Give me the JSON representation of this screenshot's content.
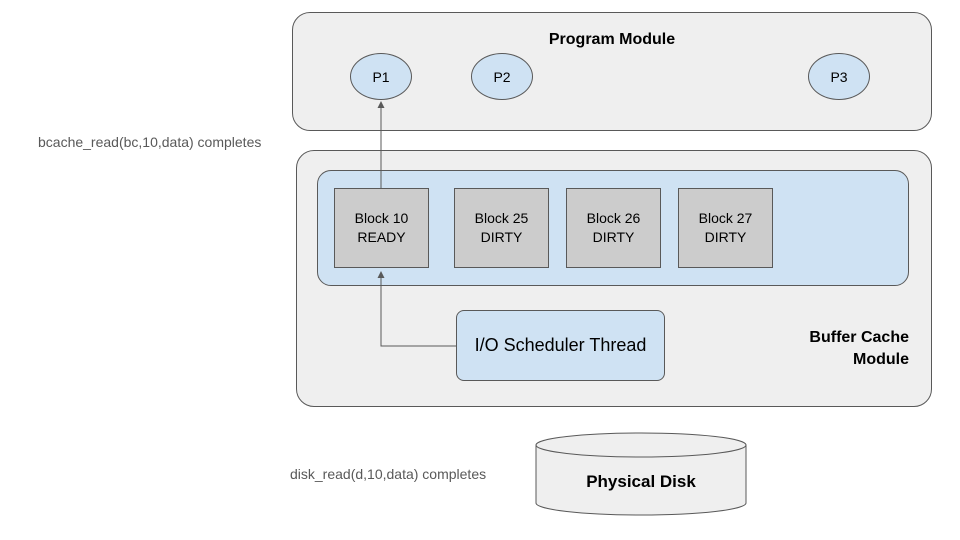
{
  "program_module": {
    "title": "Program Module",
    "processes": [
      "P1",
      "P2",
      "P3"
    ]
  },
  "buffer_cache_module": {
    "title_line1": "Buffer Cache",
    "title_line2": "Module",
    "blocks": [
      {
        "name": "Block 10",
        "state": "READY"
      },
      {
        "name": "Block 25",
        "state": "DIRTY"
      },
      {
        "name": "Block 26",
        "state": "DIRTY"
      },
      {
        "name": "Block 27",
        "state": "DIRTY"
      }
    ],
    "io_thread": "I/O Scheduler Thread"
  },
  "annotations": {
    "bcache_read": "bcache_read(bc,10,data) completes",
    "disk_read": "disk_read(d,10,data) completes"
  },
  "disk": {
    "label": "Physical Disk"
  },
  "colors": {
    "module_fill": "#efefef",
    "light_blue": "#cfe2f3",
    "block_gray": "#cccccc",
    "stroke": "#595959"
  }
}
